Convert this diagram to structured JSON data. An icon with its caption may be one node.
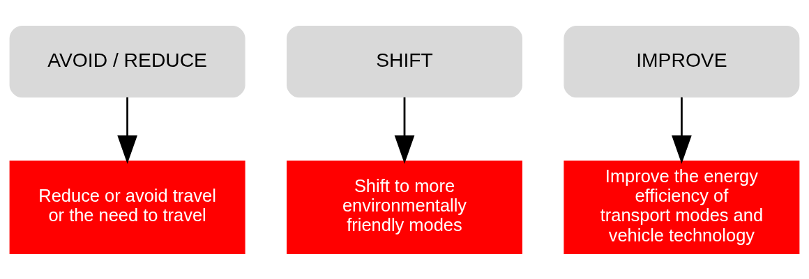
{
  "diagram": {
    "nodes": [
      {
        "text": [
          "AVOID / REDUCE"
        ]
      },
      {
        "text": [
          "SHIFT"
        ]
      },
      {
        "text": [
          "IMPROVE"
        ]
      },
      {
        "text": [
          "Reduce or avoid travel or the need to travel"
        ]
      },
      {
        "text": [
          "Shift to more environmentally friendly modes"
        ]
      },
      {
        "text": [
          "Improve the energy efficiency of transport modes and vehicle technology"
        ]
      }
    ],
    "edges": [
      {
        "from": 0,
        "to": 3,
        "arrow": "to"
      },
      {
        "from": 1,
        "to": 4,
        "arrow": "to"
      },
      {
        "from": 2,
        "to": 5,
        "arrow": "to"
      }
    ]
  }
}
